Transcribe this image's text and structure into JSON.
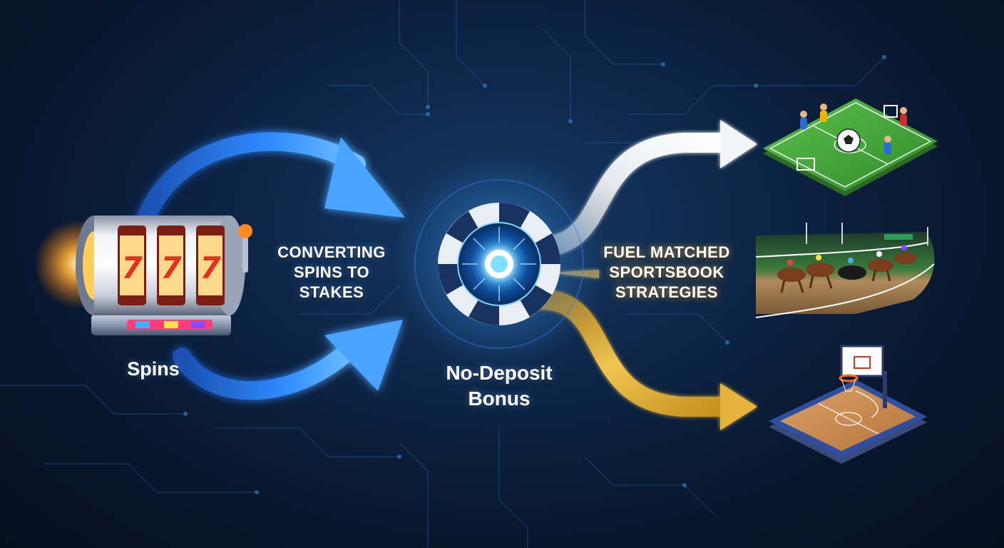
{
  "nodes": {
    "spins": "Spins",
    "bonus_line1": "No-Deposit",
    "bonus_line2": "Bonus"
  },
  "flows": {
    "convert_line1": "CONVERTING",
    "convert_line2": "SPINS TO",
    "convert_line3": "STAKES",
    "fuel_line1": "FUEL MATCHED",
    "fuel_line2": "SPORTSBOOK",
    "fuel_line3": "STRATEGIES"
  },
  "slot": {
    "reels": [
      "7",
      "7",
      "7"
    ]
  },
  "colors": {
    "background": "#0a1c38",
    "blue_arrow": "#2f8bff",
    "silver_arrow": "#d8dde3",
    "gold_arrow": "#e0b33a",
    "pitch_green": "#3fa83a",
    "court_wood": "#c98a4b"
  },
  "icons": [
    "slot-machine-icon",
    "casino-chip-icon",
    "soccer-field-icon",
    "horse-racing-icon",
    "basketball-court-icon"
  ]
}
